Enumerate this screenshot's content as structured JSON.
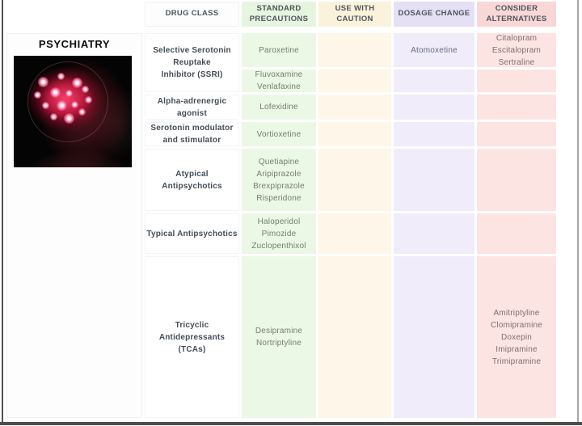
{
  "section": {
    "title": "PSYCHIATRY",
    "image": "glowing-brain-photo"
  },
  "table": {
    "columns": [
      {
        "id": "drug-class",
        "label_lines": [
          "DRUG CLASS"
        ]
      },
      {
        "id": "standard-precautions",
        "label_lines": [
          "STANDARD",
          "PRECAUTIONS"
        ]
      },
      {
        "id": "use-with-caution",
        "label_lines": [
          "USE WITH",
          "CAUTION"
        ]
      },
      {
        "id": "dosage-change",
        "label_lines": [
          "DOSAGE CHANGE"
        ]
      },
      {
        "id": "consider-alternatives",
        "label_lines": [
          "CONSIDER",
          "ALTERNATIVES"
        ]
      }
    ],
    "rows": [
      {
        "drug_class_lines": [
          "Selective Serotonin",
          "Reuptake",
          "Inhibitor (SSRI)"
        ],
        "drug_class_rowspan": 2,
        "standard_precautions": [
          "Paroxetine"
        ],
        "use_with_caution": [],
        "dosage_change": [
          "Atomoxetine"
        ],
        "consider_alternatives": [
          "Citalopram",
          "Escitalopram",
          "Sertraline"
        ]
      },
      {
        "drug_class_lines": null,
        "standard_precautions": [
          "Fluvoxamine",
          "Venlafaxine"
        ],
        "use_with_caution": [],
        "dosage_change": [],
        "consider_alternatives": []
      },
      {
        "drug_class_lines": [
          "Alpha-adrenergic",
          "agonist"
        ],
        "standard_precautions": [
          "Lofexidine"
        ],
        "use_with_caution": [],
        "dosage_change": [],
        "consider_alternatives": []
      },
      {
        "drug_class_lines": [
          "Serotonin modulator",
          "and stimulator"
        ],
        "standard_precautions": [
          "Vortioxetine"
        ],
        "use_with_caution": [],
        "dosage_change": [],
        "consider_alternatives": []
      },
      {
        "drug_class_lines": [
          "Atypical",
          "Antipsychotics"
        ],
        "standard_precautions": [
          "Quetiapine",
          "Aripiprazole",
          "Brexpiprazole",
          "Risperidone"
        ],
        "use_with_caution": [],
        "dosage_change": [],
        "consider_alternatives": []
      },
      {
        "drug_class_lines": [
          "Typical Antipsychotics"
        ],
        "standard_precautions": [
          "Haloperidol",
          "Pimozide",
          "Zuclopenthixol"
        ],
        "use_with_caution": [],
        "dosage_change": [],
        "consider_alternatives": []
      },
      {
        "drug_class_lines": [
          "Tricyclic",
          "Antidepressants",
          "(TCAs)"
        ],
        "standard_precautions": [
          "Desipramine",
          "Nortriptyline"
        ],
        "use_with_caution": [],
        "dosage_change": [],
        "consider_alternatives": [
          "Amitriptyline",
          "Clomipramine",
          "Doxepin",
          "Imipramine",
          "Trimipramine"
        ]
      }
    ]
  },
  "palette": {
    "green_header": "#e6f5df",
    "green_body": "#ebf8e5",
    "green_text": "#74806d",
    "cream_header": "#fbf2db",
    "cream_body": "#fdf6e9",
    "purple_header": "#e5e0f4",
    "purple_body": "#f0ecfa",
    "purple_text": "#656d80",
    "pink_header": "#f8d7d6",
    "pink_body": "#fce4e3",
    "pink_text": "#7f6d6f",
    "header_text": "#4d555c",
    "drug_class_text": "#424d57",
    "title_text": "#0c0c0c",
    "frame_dark": "#4c4c4c"
  }
}
